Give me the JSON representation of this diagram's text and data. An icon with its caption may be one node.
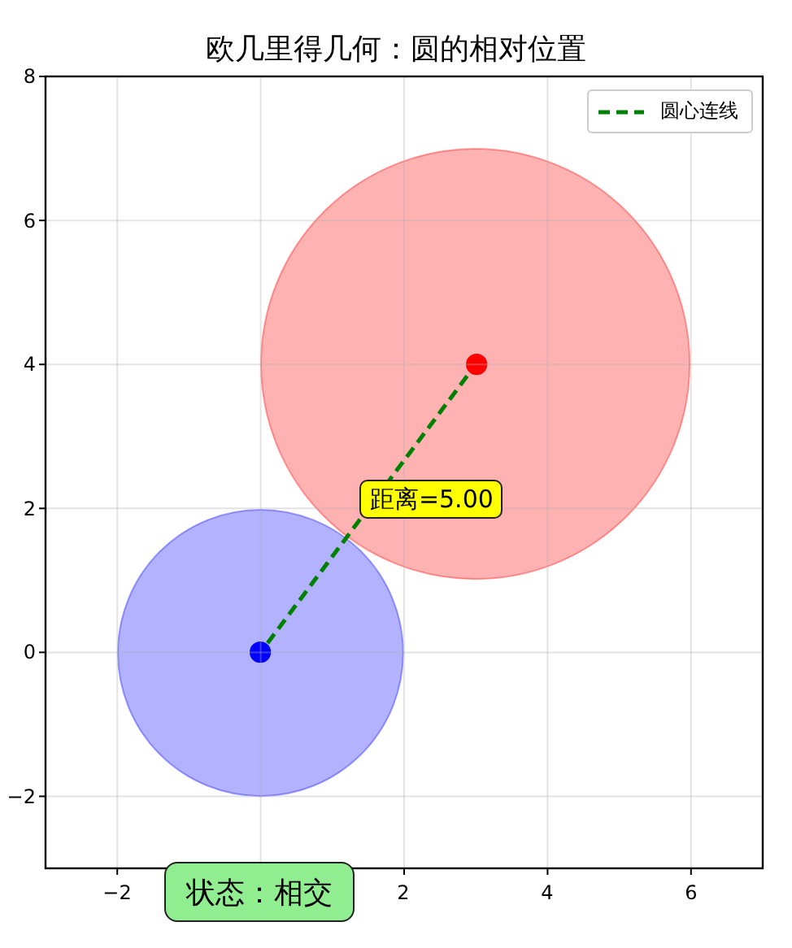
{
  "diagram": {
    "title": "欧几里得几何：圆的相对位置",
    "nodes": [
      {
        "text": [],
        "shape": "circle"
      },
      {
        "text": [],
        "shape": "circle"
      },
      {
        "text": [],
        "shape": "circle",
        "in": 0
      },
      {
        "text": [],
        "shape": "circle",
        "in": 1
      },
      {
        "text": [
          "状态：相交"
        ]
      }
    ],
    "edges": [
      {
        "from": 3,
        "to": 2,
        "arrow": "none",
        "style": "dashed",
        "color": "#008000",
        "label": "距离=5.00"
      }
    ],
    "labels": [
      "8",
      "6",
      "4",
      "2",
      "0",
      "−2",
      "−2",
      "2",
      "4",
      "6"
    ],
    "legend": [
      {
        "text": "圆心连线"
      }
    ]
  }
}
